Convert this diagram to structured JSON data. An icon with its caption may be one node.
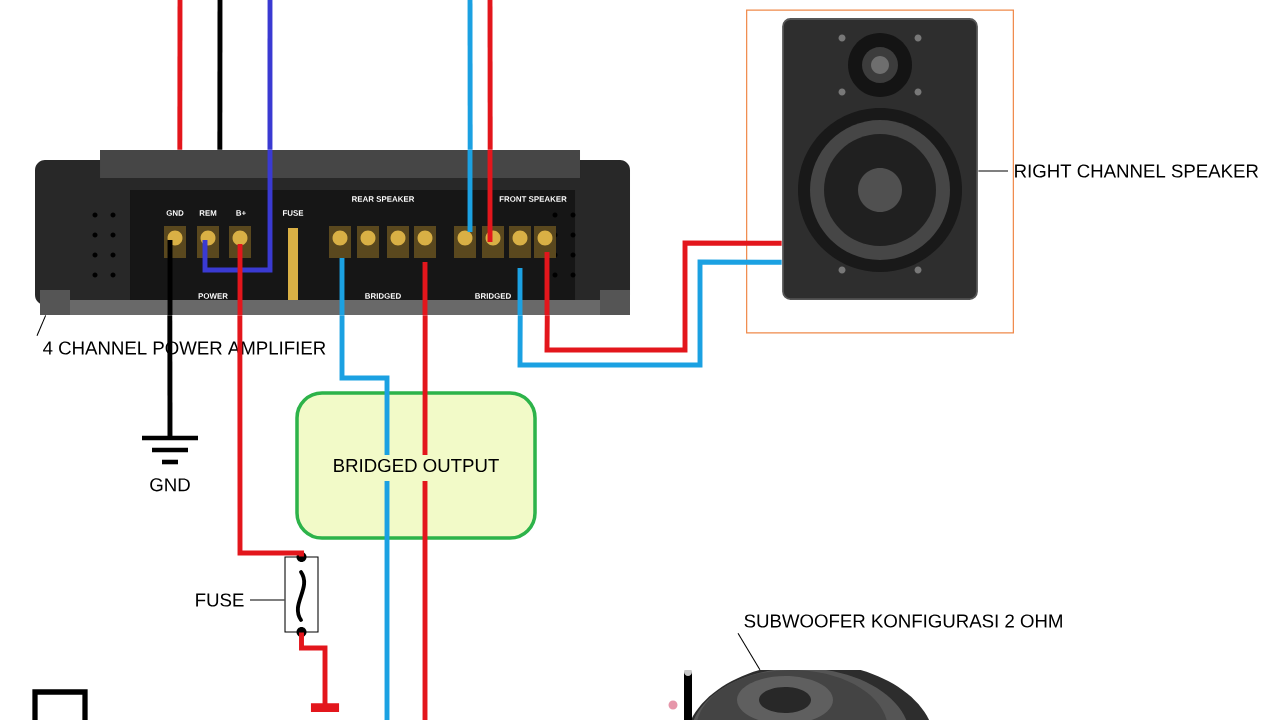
{
  "diagram": {
    "nodes": [
      {
        "text": [],
        "shape": "picture"
      },
      {
        "text": [
          "4 CHANNEL POWER AMPLIFIER"
        ]
      },
      {
        "text": [],
        "shape": "box"
      },
      {
        "text": [],
        "shape": "picture",
        "in": 2
      },
      {
        "text": [
          "RIGHT CHANNEL SPEAKER"
        ]
      },
      {
        "text": [
          "GND"
        ]
      },
      {
        "text": [
          "BRIDGED OUTPUT"
        ]
      },
      {
        "text": [
          "FUSE"
        ]
      },
      {
        "text": [],
        "shape": "box"
      },
      {
        "text": [
          "SUBWOOFER KONFIGURASI 2 OHM"
        ]
      },
      {
        "text": [],
        "shape": "picture"
      }
    ],
    "edges": [
      {
        "from": null,
        "to": 0,
        "arrow": "none",
        "color": "#e3161c"
      },
      {
        "from": null,
        "to": 0,
        "arrow": "none",
        "color": "#000000"
      },
      {
        "from": null,
        "to": 0,
        "arrow": "none",
        "color": "#3a3ad2"
      },
      {
        "from": null,
        "to": 0,
        "arrow": "none",
        "color": "#1ba1e2"
      },
      {
        "from": null,
        "to": 0,
        "arrow": "none",
        "color": "#e3161c"
      },
      {
        "from": 0,
        "to": 5,
        "arrow": "none",
        "color": "#000000"
      },
      {
        "from": 0,
        "to": 8,
        "arrow": "none",
        "color": "#e3161c"
      },
      {
        "from": 8,
        "to": null,
        "arrow": "other",
        "color": "#e3161c"
      },
      {
        "from": 0,
        "to": null,
        "arrow": "none",
        "color": "#1ba1e2"
      },
      {
        "from": 0,
        "to": null,
        "arrow": "none",
        "color": "#e3161c"
      },
      {
        "from": 0,
        "to": 3,
        "arrow": "none",
        "color": "#1ba1e2"
      },
      {
        "from": 0,
        "to": 3,
        "arrow": "none",
        "color": "#e3161c"
      },
      {
        "from": 1,
        "to": 0,
        "arrow": "none",
        "color": "#000000"
      },
      {
        "from": 4,
        "to": 3,
        "arrow": "none",
        "color": "#000000"
      },
      {
        "from": 7,
        "to": 8,
        "arrow": "none",
        "color": "#000000"
      },
      {
        "from": 9,
        "to": 10,
        "arrow": "none",
        "color": "#000000"
      }
    ],
    "labels": [
      "GND",
      "REM",
      "B+",
      "FUSE",
      "REAR SPEAKER",
      "FRONT SPEAKER",
      "POWER",
      "BRIDGED",
      "BRIDGED"
    ]
  }
}
